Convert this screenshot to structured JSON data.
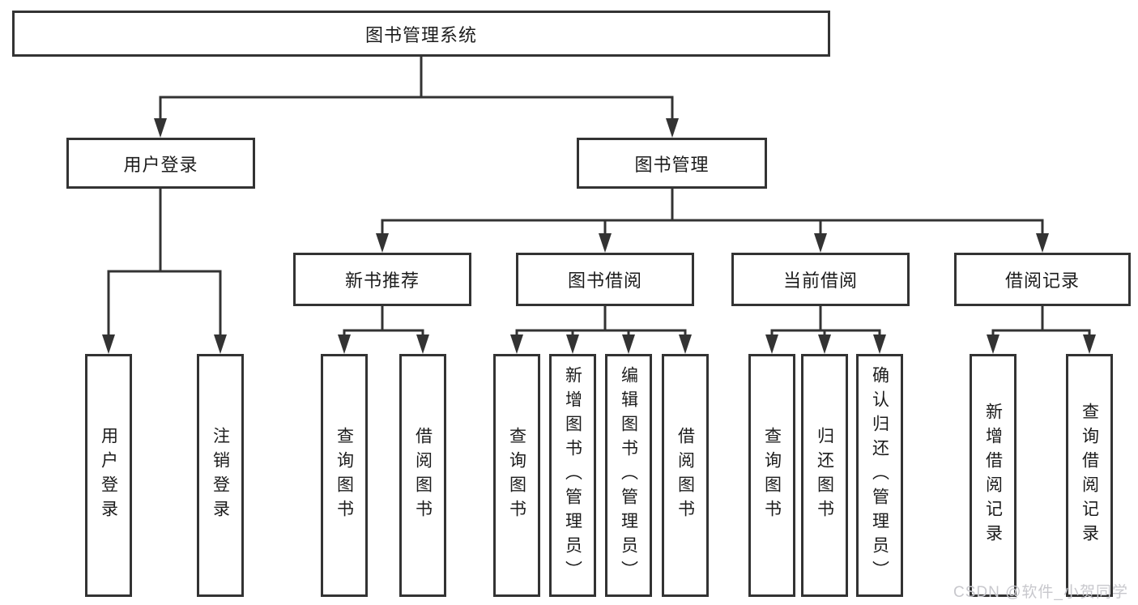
{
  "tree": {
    "label": "图书管理系统",
    "children": [
      {
        "label": "用户登录",
        "children": [
          {
            "label": "用户登录"
          },
          {
            "label": "注销登录"
          }
        ]
      },
      {
        "label": "图书管理",
        "children": [
          {
            "label": "新书推荐",
            "children": [
              {
                "label": "查询图书"
              },
              {
                "label": "借阅图书"
              }
            ]
          },
          {
            "label": "图书借阅",
            "children": [
              {
                "label": "查询图书"
              },
              {
                "label": "新增图书（管理员）"
              },
              {
                "label": "编辑图书（管理员）"
              },
              {
                "label": "借阅图书"
              }
            ]
          },
          {
            "label": "当前借阅",
            "children": [
              {
                "label": "查询图书"
              },
              {
                "label": "归还图书"
              },
              {
                "label": "确认归还（管理员）"
              }
            ]
          },
          {
            "label": "借阅记录",
            "children": [
              {
                "label": "新增借阅记录"
              },
              {
                "label": "查询借阅记录"
              }
            ]
          }
        ]
      }
    ]
  },
  "watermark": "CSDN @软件_小贺同学",
  "colors": {
    "line": "#333333",
    "box_fill": "#ffffff",
    "text": "#1c1c1c",
    "background": "#ffffff",
    "watermark": "#c8c8cd"
  }
}
